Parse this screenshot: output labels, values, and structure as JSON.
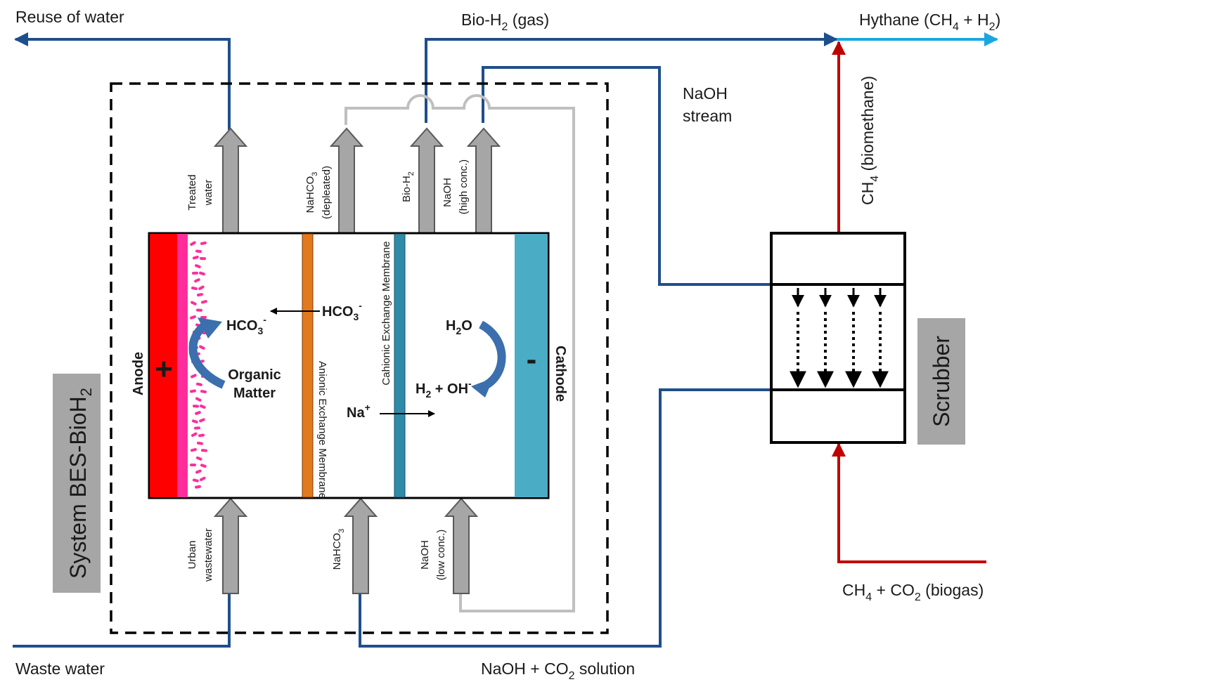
{
  "colors": {
    "water_line": "#1f4e8c",
    "gas_red": "#c00000",
    "hythane_line": "#1aa7e0",
    "grey_loop": "#bfbfbf",
    "grey_arrow": "#a6a6a6",
    "grey_arrow_stroke": "#595959",
    "anode": "#ff0000",
    "biofilm": "#ff2d9b",
    "anionic_membrane": "#e2791e",
    "cationic_membrane": "#2e8ca8",
    "cathode": "#4bacc6",
    "curved_arrow": "#3b6fae",
    "label_box": "#a6a6a6"
  },
  "icons": [
    "flow-arrow",
    "curved-arrow",
    "dotted-down-arrow"
  ],
  "labels": {
    "reuse_of_water": "Reuse of water",
    "bio_h2_gas": "Bio-H",
    "bio_h2_gas_sub": "2",
    "bio_h2_gas_suffix": " (gas)",
    "hythane_prefix": "Hythane (CH",
    "hythane_sub1": "4",
    "hythane_mid": " + H",
    "hythane_sub2": "2",
    "hythane_suffix": ")",
    "naoh_stream_line1": "NaOH",
    "naoh_stream_line2": "stream",
    "ch4_biomethane": "CH",
    "ch4_biomethane_sub": "4",
    "ch4_biomethane_suffix": " (biomethane)",
    "waste_water": "Waste water",
    "naoh_co2_solution_prefix": "NaOH + CO",
    "naoh_co2_solution_sub": "2",
    "naoh_co2_solution_suffix": " solution",
    "biogas_prefix": "CH",
    "biogas_sub1": "4",
    "biogas_mid": " + CO",
    "biogas_sub2": "2",
    "biogas_suffix": " (biogas)",
    "system_label": "System BES-BioH",
    "system_label_sub": "2",
    "scrubber": "Scrubber"
  },
  "cell": {
    "anode": "Anode",
    "plus": "+",
    "cathode": "Cathode",
    "minus": "-",
    "anionic_membrane": "Anionic Exchange Membrane",
    "cationic_membrane": "Cahionic Exchange Membrane",
    "hco3_left": "HCO",
    "hco3_left_sub": "3",
    "hco3_left_sup": "-",
    "hco3_mid": "HCO",
    "hco3_mid_sub": "3",
    "hco3_mid_sup": "-",
    "organic_matter_line1": "Organic",
    "organic_matter_line2": "Matter",
    "h2o": "H",
    "h2o_sub": "2",
    "h2o_suffix": "O",
    "h2_oh": "H",
    "h2_oh_sub": "2",
    "h2_oh_mid": " + OH",
    "h2_oh_sup": "-",
    "na_plus": "Na",
    "na_plus_sup": "+"
  },
  "streams_out": {
    "treated_water_line1": "Treated",
    "treated_water_line2": "water",
    "nahco3_depleted_line1": "NaHCO",
    "nahco3_depleted_sub": "3",
    "nahco3_depleted_line2": "(depleated)",
    "bio_h2": "Bio-H",
    "bio_h2_sub": "2",
    "naoh_high_line1": "NaOH",
    "naoh_high_line2": "(high conc.)"
  },
  "streams_in": {
    "urban_wastewater_line1": "Urban",
    "urban_wastewater_line2": "wastewater",
    "nahco3": "NaHCO",
    "nahco3_sub": "3",
    "naoh_low_line1": "NaOH",
    "naoh_low_line2": "(low conc.)"
  }
}
